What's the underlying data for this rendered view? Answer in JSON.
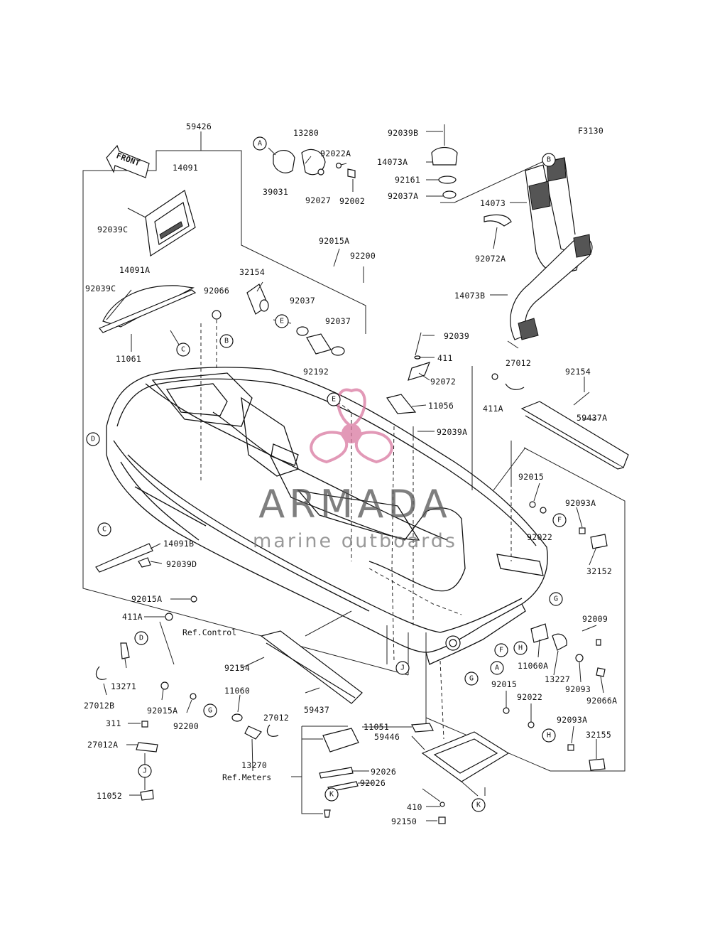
{
  "diagram": {
    "figure_code": "F3130",
    "front_label": "FRONT",
    "watermark": {
      "brand": "ARMADA",
      "tagline": "marine outboards",
      "color": "#d9779f"
    },
    "parts": {
      "p59426": "59426",
      "p14091": "14091",
      "p92039C_a": "92039C",
      "p14091A": "14091A",
      "p92039C_b": "92039C",
      "p11061": "11061",
      "p92066": "92066",
      "p32154": "32154",
      "p39031": "39031",
      "p13280": "13280",
      "p92022A": "92022A",
      "p92027": "92027",
      "p92002": "92002",
      "p92039B": "92039B",
      "p14073A": "14073A",
      "p92161": "92161",
      "p92037A": "92037A",
      "p14073": "14073",
      "p92072A": "92072A",
      "p14073B": "14073B",
      "p92015A_top": "92015A",
      "p92200_top": "92200",
      "p92037_a": "92037",
      "p92037_b": "92037",
      "p92192": "92192",
      "p92039": "92039",
      "p411": "411",
      "p92072": "92072",
      "p11056": "11056",
      "p92039A": "92039A",
      "p27012_top": "27012",
      "p411A_top": "411A",
      "p92154_top": "92154",
      "p59437A": "59437A",
      "p92015_r": "92015",
      "p92022_r": "92022",
      "p92093A_r": "92093A",
      "p32152": "32152",
      "p14091B": "14091B",
      "p92039D": "92039D",
      "p92015A_l": "92015A",
      "p411A_l": "411A",
      "p13271": "13271",
      "p27012B": "27012B",
      "p92154_l": "92154",
      "p11060": "11060",
      "p59437": "59437",
      "p92015A_b": "92015A",
      "p92200_b": "92200",
      "p27012_b": "27012",
      "p13270": "13270",
      "p311": "311",
      "p27012A": "27012A",
      "p11052": "11052",
      "p11051": "11051",
      "p59446": "59446",
      "p92026_a": "92026",
      "p92026_b": "92026",
      "p410": "410",
      "p92150": "92150",
      "p92009": "92009",
      "p11060A": "11060A",
      "p13227": "13227",
      "p92093": "92093",
      "p92066A": "92066A",
      "p92015_b": "92015",
      "p92022_b": "92022",
      "p92093A_b": "92093A",
      "p32155": "32155"
    },
    "refs": {
      "control": "Ref.Control",
      "meters": "Ref.Meters"
    },
    "callouts": {
      "A1": "A",
      "A2": "A",
      "B1": "B",
      "B2": "B",
      "C1": "C",
      "C2": "C",
      "D1": "D",
      "D2": "D",
      "E1": "E",
      "E2": "E",
      "F1": "F",
      "F2": "F",
      "G1": "G",
      "G2": "G",
      "G3": "G",
      "H1": "H",
      "H2": "H",
      "J1": "J",
      "J2": "J",
      "K1": "K",
      "K2": "K"
    }
  }
}
